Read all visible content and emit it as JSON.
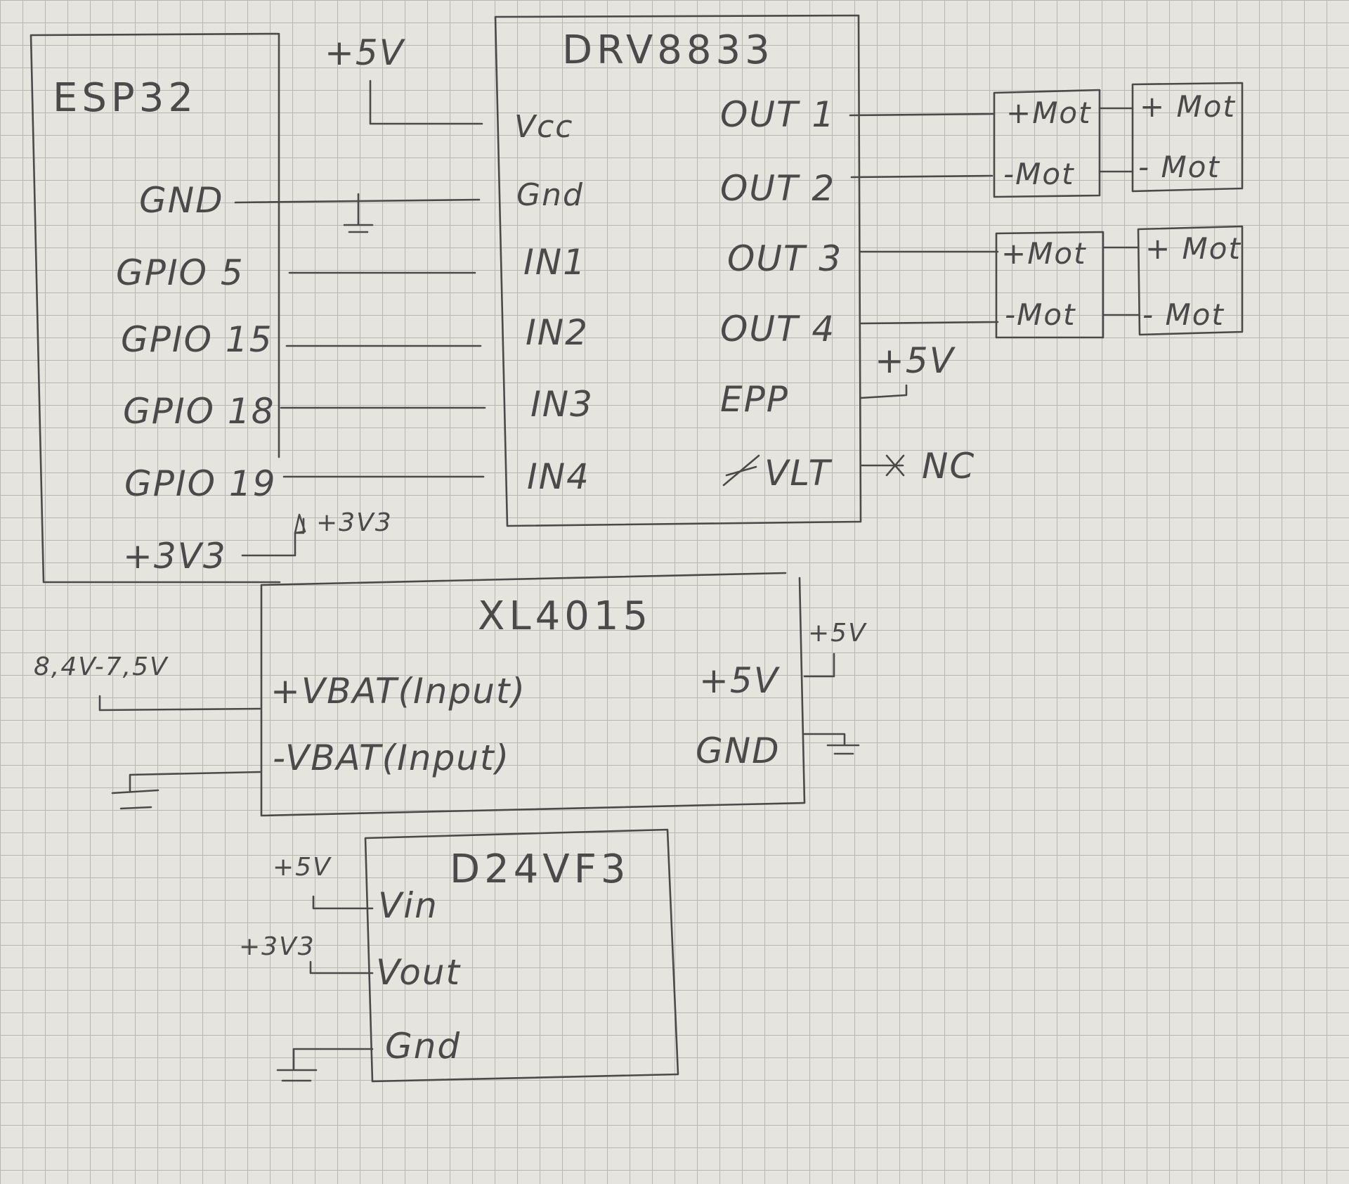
{
  "esp32": {
    "title": "ESP32",
    "pins": [
      "GND",
      "GPIO 5",
      "GPIO 15",
      "GPIO 18",
      "GPIO 19",
      "+3V3"
    ],
    "net_3v3": "+3V3"
  },
  "drv8833": {
    "title": "DRV8833",
    "left_pins": [
      "Vcc",
      "Gnd",
      "IN1",
      "IN2",
      "IN3",
      "IN4"
    ],
    "right_pins": [
      "OUT 1",
      "OUT 2",
      "OUT 3",
      "OUT 4",
      "EPP",
      "VLT"
    ],
    "vcc_net": "+5V",
    "epp_net": "+5V",
    "vlt_net": "NC"
  },
  "motor1": {
    "left": {
      "plus": "+Mot",
      "minus": "-Mot"
    },
    "right": {
      "plus": "+ Mot",
      "minus": "- Mot"
    }
  },
  "motor2": {
    "left": {
      "plus": "+Mot",
      "minus": "-Mot"
    },
    "right": {
      "plus": "+ Mot",
      "minus": "- Mot"
    }
  },
  "xl4015": {
    "title": "XL4015",
    "left_pins": [
      "+VBAT(Input)",
      "-VBAT(Input)"
    ],
    "right_pins": [
      "+5V",
      "GND"
    ],
    "input_net": "8,4V-7,5V",
    "output_net": "+5V"
  },
  "d24vf3": {
    "title": "D24VF3",
    "pins": [
      "Vin",
      "Vout",
      "Gnd"
    ],
    "vin_net": "+5V",
    "vout_net": "+3V3"
  }
}
